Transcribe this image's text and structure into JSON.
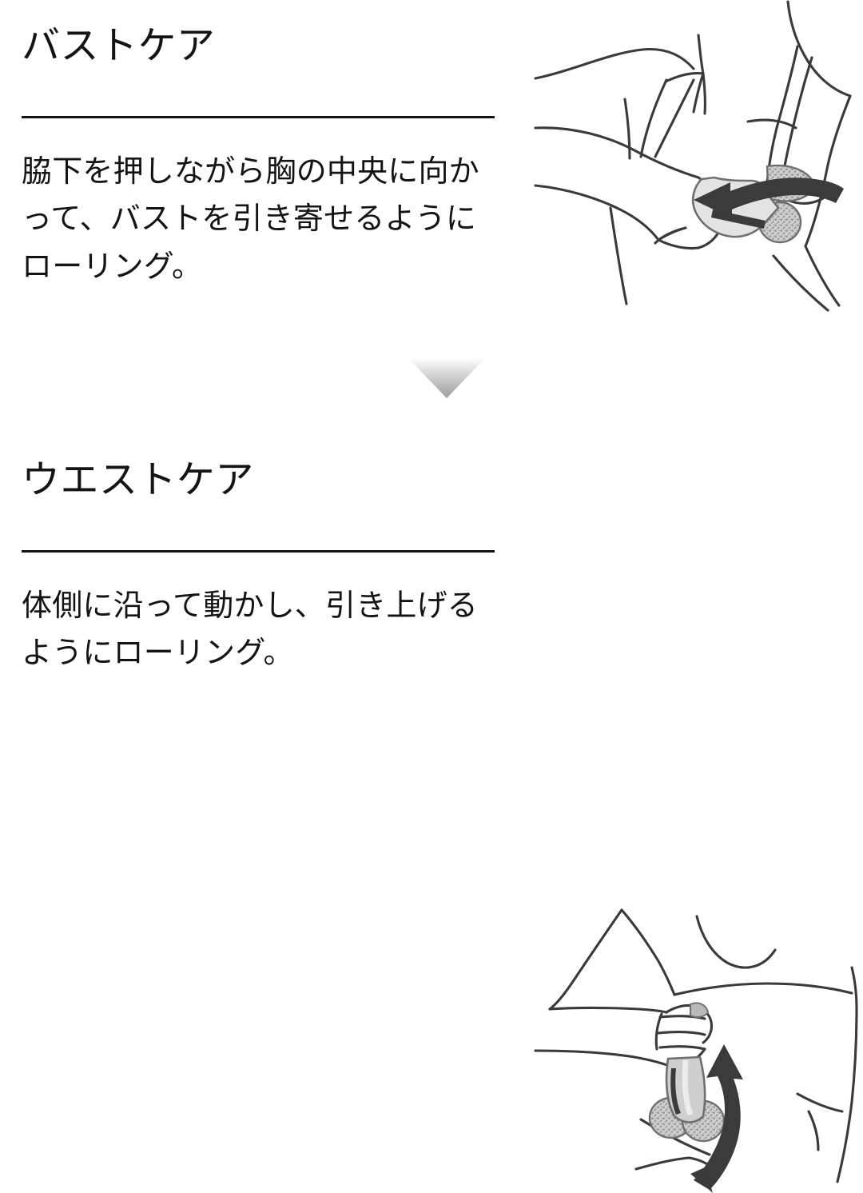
{
  "page": {
    "background_color": "#ffffff",
    "text_color": "#141414",
    "line_art_color": "#3a3a3a",
    "device_body_color": "#e3e3e3",
    "device_ball_color": "#b9b9b9",
    "arrow_color": "#3b3b3b"
  },
  "sections": [
    {
      "id": "bust-care",
      "title": "バストケア",
      "body": "脇下を押しながら胸の中央に向かって、バストを引き寄せるようにローリング。",
      "illustration": {
        "name": "bust-care-illustration",
        "description": "女性のバストに美容ローラーを当てる線画イラスト",
        "arrow_direction": "left",
        "arrow_style": "single-headed curved"
      }
    },
    {
      "id": "waist-care",
      "title": "ウエストケア",
      "body": "体側に沿って動かし、引き上げるようにローリング。",
      "illustration": {
        "name": "waist-care-illustration",
        "description": "ウエストの体側に美容ローラーを当てる線画イラスト",
        "arrow_direction": "up-down",
        "arrow_style": "double-headed curved"
      }
    }
  ],
  "divider": {
    "name": "down-arrow-divider",
    "shape": "downward triangle",
    "gradient_from": "#fbfbfb",
    "gradient_to": "#9e9e9e"
  }
}
